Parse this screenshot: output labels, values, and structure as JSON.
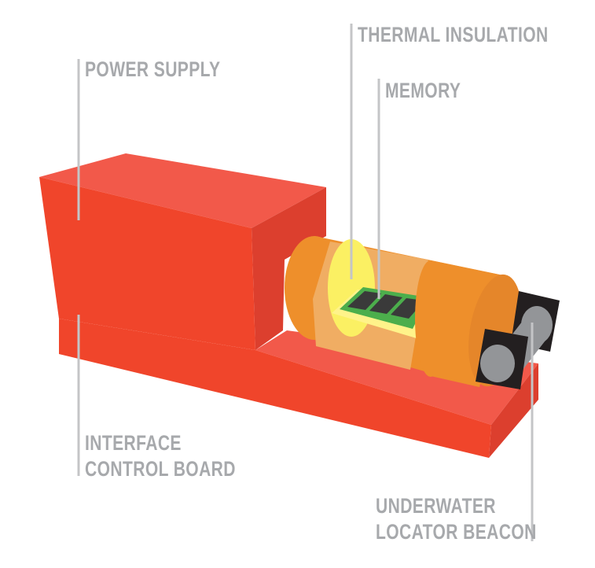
{
  "labels": {
    "power_supply": "POWER SUPPLY",
    "thermal_insulation": "THERMAL INSULATION",
    "memory": "MEMORY",
    "interface_line1": "INTERFACE",
    "interface_line2": "CONTROL BOARD",
    "beacon_line1": "UNDERWATER",
    "beacon_line2": "LOCATOR BEACON"
  },
  "colors": {
    "label": "#a7a9ac",
    "box_front": "#f0452b",
    "box_top": "#f2594a",
    "box_side": "#dc3f2e",
    "cylinder": "#ee8f2b",
    "insulation": "#f0ad63",
    "core": "#fbf063",
    "memory_board": "#4cae4c",
    "beacon_body": "#939598",
    "beacon_cap": "#231f20"
  }
}
